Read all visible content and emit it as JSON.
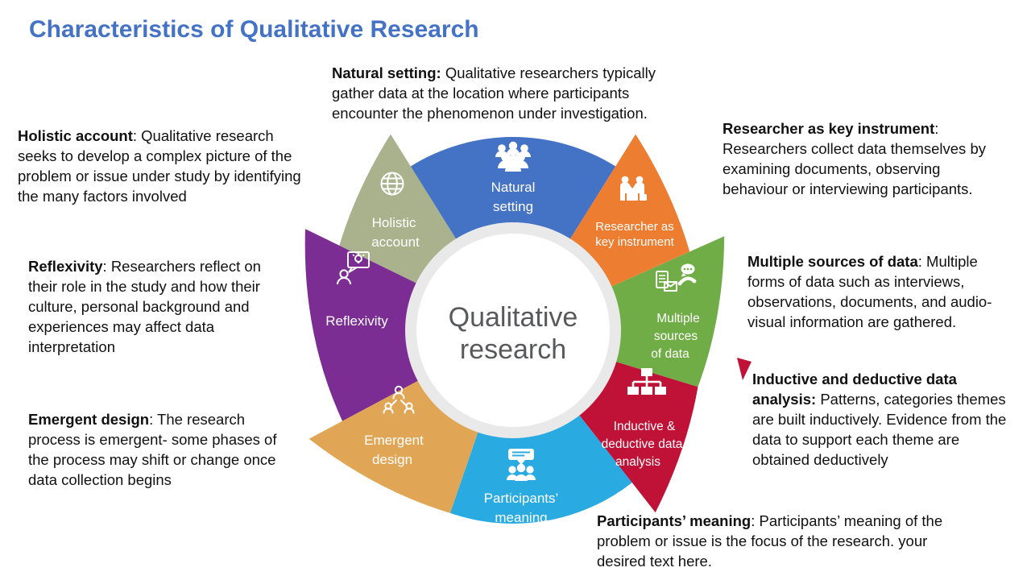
{
  "title": "Characteristics of Qualitative Research",
  "accent_color": "#4472C4",
  "center": {
    "line1": "Qualitative",
    "line2": "research"
  },
  "segments": [
    {
      "id": "natural-setting",
      "color": "#4472C4",
      "icon": "people-group-icon",
      "label_lines": [
        "Natural",
        "setting"
      ]
    },
    {
      "id": "researcher-key-instrument",
      "color": "#ED7D31",
      "icon": "handshake-icon",
      "label_lines": [
        "Researcher as",
        "key instrument"
      ]
    },
    {
      "id": "multiple-sources-of-data",
      "color": "#70AD47",
      "icon": "data-sources-icon",
      "label_lines": [
        "Multiple",
        "sources",
        "of data"
      ]
    },
    {
      "id": "inductive-deductive-analysis",
      "color": "#C01236",
      "icon": "org-chart-icon",
      "label_lines": [
        "Inductive &",
        "deductive data",
        "analysis"
      ]
    },
    {
      "id": "participants-meaning",
      "color": "#29ABE2",
      "icon": "discussion-icon",
      "label_lines": [
        "Participants’",
        "meaning"
      ]
    },
    {
      "id": "emergent-design",
      "color": "#E0A655",
      "icon": "team-structure-icon",
      "label_lines": [
        "Emergent",
        "design"
      ]
    },
    {
      "id": "reflexivity",
      "color": "#7B2D94",
      "icon": "idea-bubble-icon",
      "label_lines": [
        "Reflexivity"
      ]
    },
    {
      "id": "holistic-account",
      "color": "#A9B28C",
      "icon": "globe-icon",
      "label_lines": [
        "Holistic",
        "account"
      ]
    }
  ],
  "annotations": [
    {
      "lead": "Natural setting:",
      "body": " Qualitative researchers typically gather data at the location where participants encounter the phenomenon under investigation."
    },
    {
      "lead": "Researcher as key instrument",
      "body": ": Researchers collect data themselves by examining documents, observing behaviour or interviewing participants."
    },
    {
      "lead": "Multiple sources of data",
      "body": ": Multiple forms of data such as interviews, observations, documents, and audio-visual information are gathered."
    },
    {
      "lead": "Inductive and deductive data analysis:",
      "body": " Patterns, categories themes are built inductively. Evidence from the data to support each theme are obtained deductively"
    },
    {
      "lead": "Participants’ meaning",
      "body": ": Participants’ meaning of the problem or issue is the focus of the research. your desired text here."
    },
    {
      "lead": "Holistic account",
      "body": ": Qualitative research seeks to develop a complex picture of the problem or issue under study by identifying the many factors involved"
    },
    {
      "lead": "Reflexivity",
      "body": ": Researchers reflect on their role in the study and how their culture, personal background and experiences may affect data interpretation"
    },
    {
      "lead": "Emergent design",
      "body": ": The research process is emergent- some phases of the process may shift or change once data collection begins"
    }
  ]
}
